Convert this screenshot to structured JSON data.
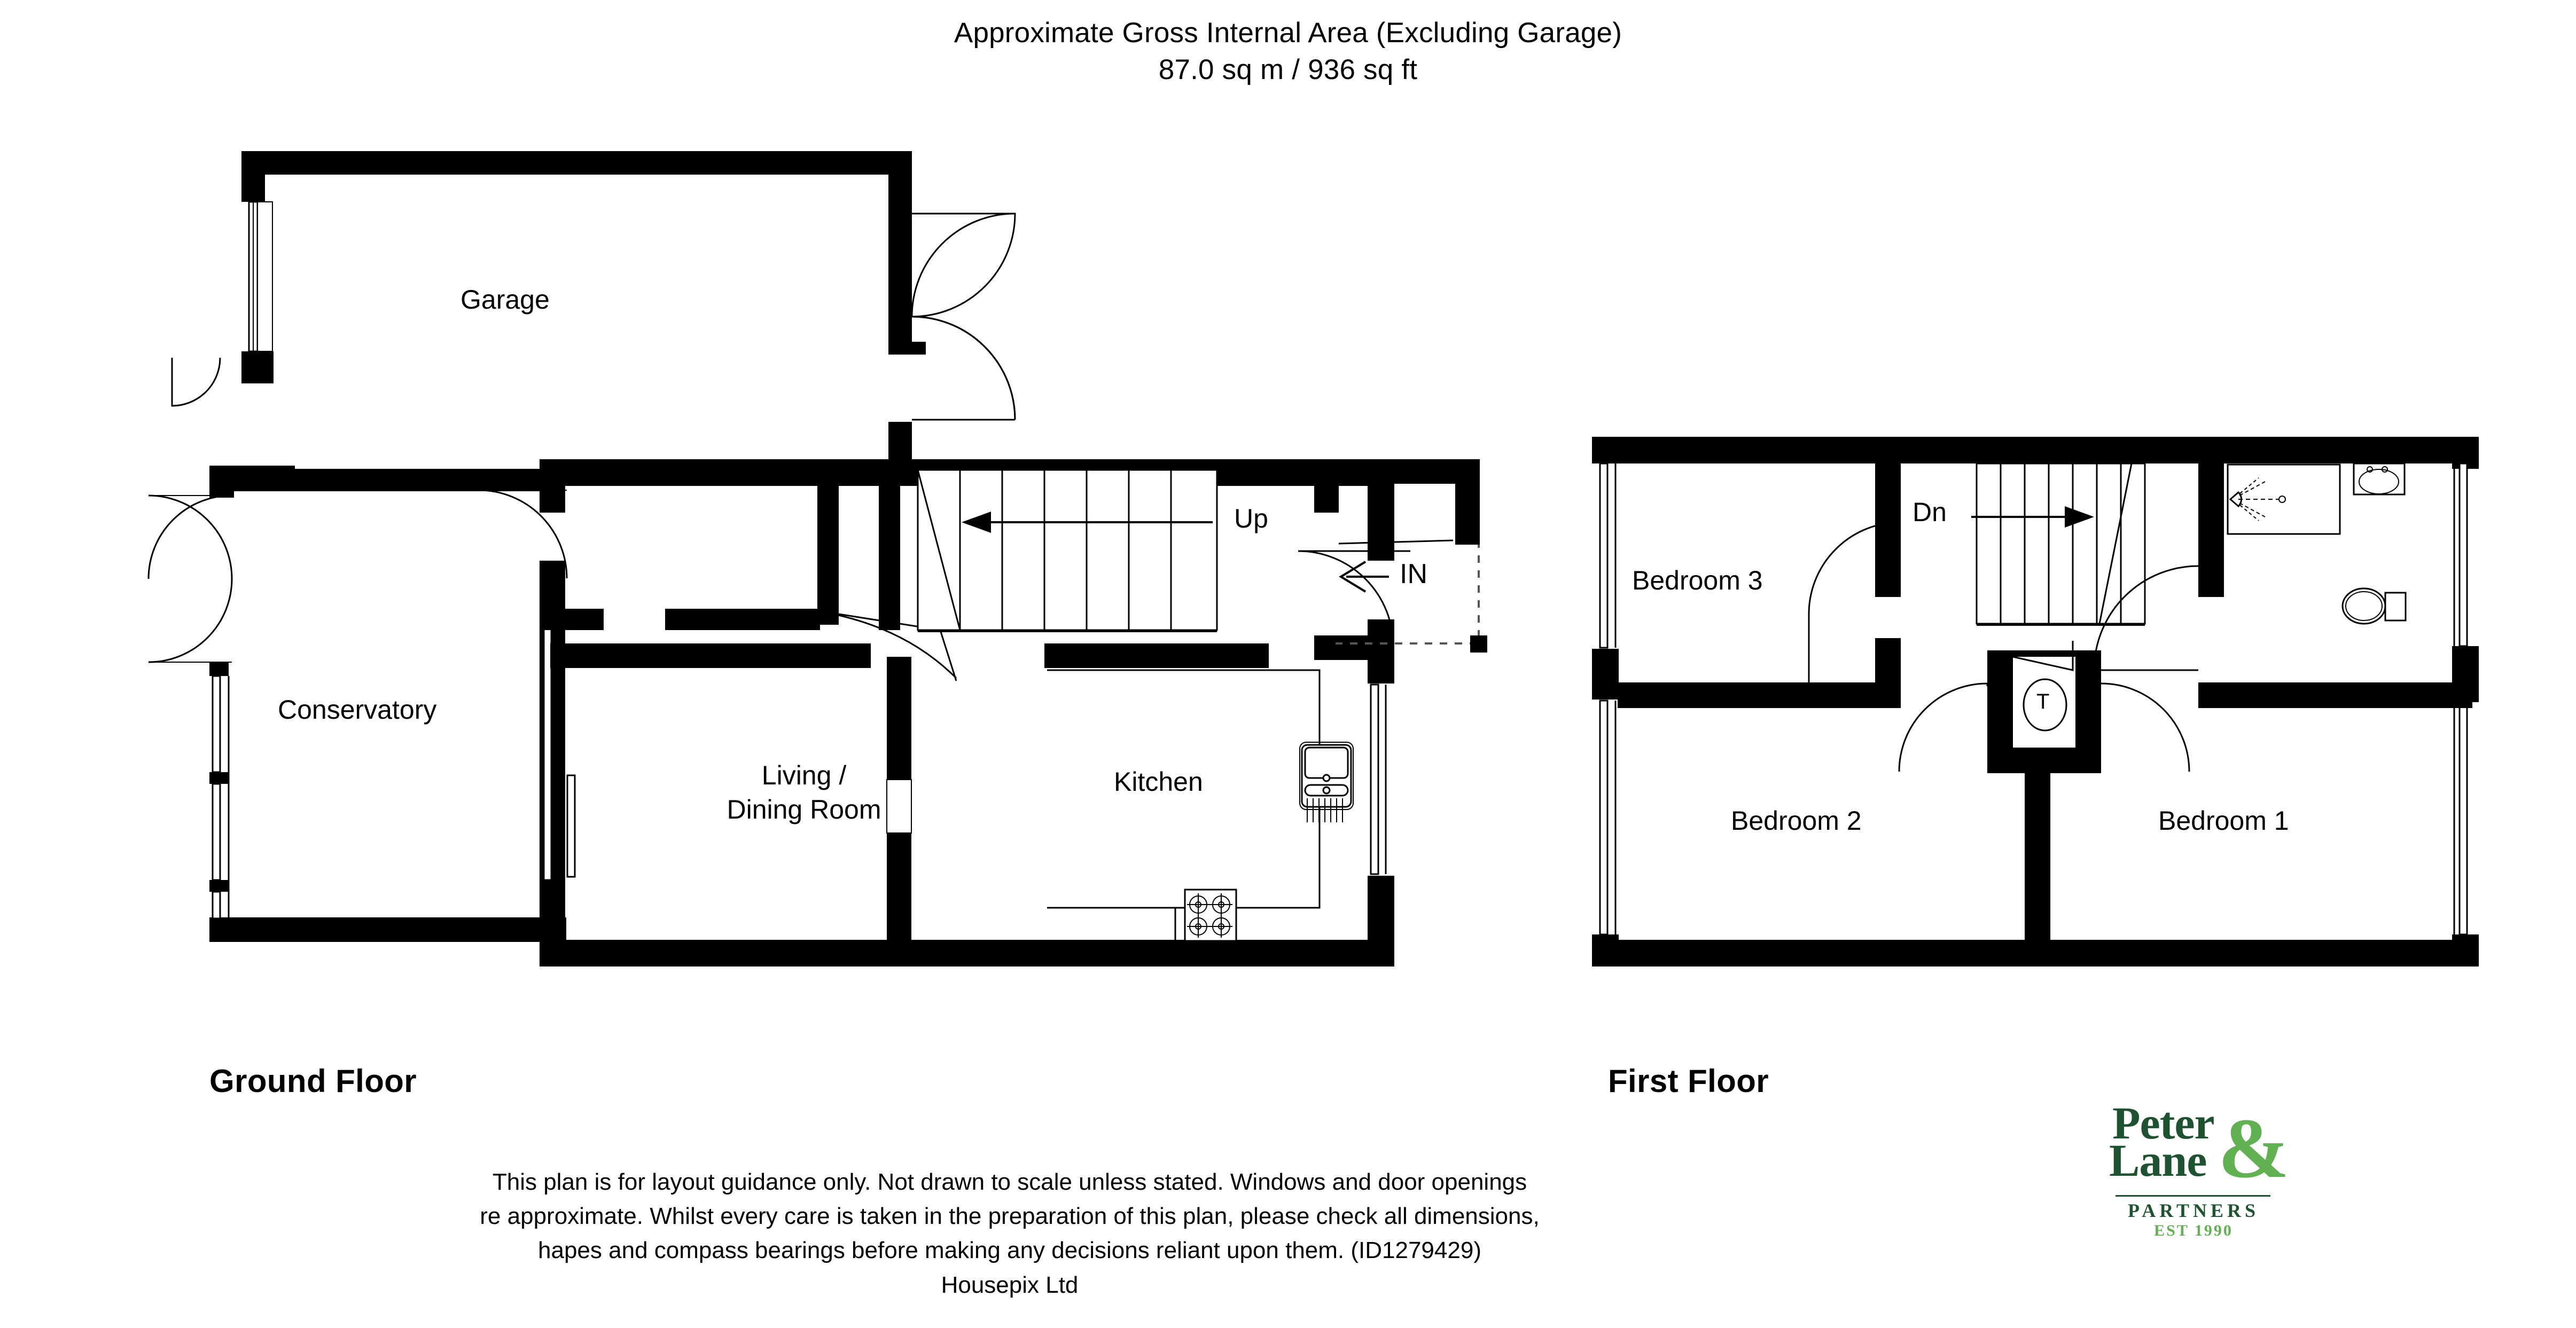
{
  "header": {
    "line1": "Approximate Gross Internal Area (Excluding Garage)",
    "line2": "87.0 sq m / 936 sq ft"
  },
  "floors": [
    {
      "key": "ground",
      "caption": "Ground Floor"
    },
    {
      "key": "first",
      "caption": "First Floor"
    }
  ],
  "ground_floor": {
    "caption": "Ground Floor",
    "rooms": [
      {
        "name": "garage",
        "label": "Garage"
      },
      {
        "name": "conservatory",
        "label": "Conservatory"
      },
      {
        "name": "living-dining",
        "label_line1": "Living  /",
        "label_line2": "Dining Room"
      },
      {
        "name": "kitchen",
        "label": "Kitchen"
      }
    ],
    "annotations": [
      {
        "name": "stairs-up",
        "label": "Up"
      },
      {
        "name": "entrance",
        "label": "IN"
      }
    ]
  },
  "first_floor": {
    "caption": "First Floor",
    "rooms": [
      {
        "name": "bedroom-3",
        "label": "Bedroom 3"
      },
      {
        "name": "bedroom-2",
        "label": "Bedroom 2"
      },
      {
        "name": "bedroom-1",
        "label": "Bedroom 1"
      }
    ],
    "annotations": [
      {
        "name": "stairs-down",
        "label": "Dn"
      },
      {
        "name": "airing-cupboard",
        "label": "T"
      }
    ]
  },
  "footer": {
    "line1": "This plan is for layout guidance only. Not drawn to scale unless stated. Windows and door openings",
    "line2": "re approximate. Whilst every care is taken in the preparation of this plan, please check all dimensions,",
    "line3": "hapes and compass bearings before making any decisions reliant upon them. (ID1279429)",
    "line4": "Housepix Ltd"
  },
  "logo": {
    "word1": "Peter",
    "word2": "Lane",
    "ampersand": "&",
    "partners": "PARTNERS",
    "est": "EST 1990",
    "dark_green": "#1e5230",
    "light_green": "#61b153"
  },
  "colors": {
    "wall": "#000000",
    "background": "#ffffff",
    "thin_line": "#000000"
  }
}
